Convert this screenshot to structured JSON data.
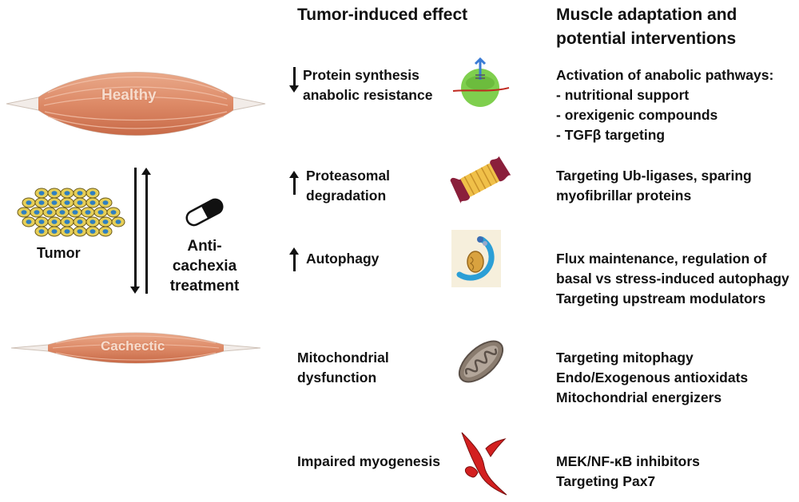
{
  "headers": {
    "effect": "Tumor-induced  effect",
    "adaptation": [
      "Muscle adaptation  and",
      "potential interventions"
    ]
  },
  "left": {
    "healthy_label": "Healthy",
    "cachectic_label": "Cachectic",
    "tumor_label": "Tumor",
    "treatment_label": [
      "Anti-cachexia",
      "treatment"
    ]
  },
  "rows": [
    {
      "direction": "down",
      "effect": [
        "Protein synthesis",
        "anabolic resistance"
      ],
      "icon": "ribosome-icon",
      "interventions": [
        "Activation of anabolic pathways:",
        "- nutritional support",
        "- orexigenic compounds",
        "- TGFβ targeting"
      ]
    },
    {
      "direction": "up",
      "effect": [
        "Proteasomal",
        "degradation"
      ],
      "icon": "proteasome-icon",
      "interventions": [
        "Targeting Ub-ligases, sparing",
        "myofibrillar proteins"
      ]
    },
    {
      "direction": "up",
      "effect": [
        "Autophagy"
      ],
      "icon": "autophagosome-icon",
      "interventions": [
        "Flux maintenance, regulation of",
        "basal vs stress-induced autophagy",
        "Targeting upstream modulators"
      ]
    },
    {
      "direction": "none",
      "effect": [
        "Mitochondrial",
        "dysfunction"
      ],
      "icon": "mitochondrion-icon",
      "interventions": [
        "Targeting mitophagy",
        "Endo/Exogenous antioxidats",
        "Mitochondrial energizers"
      ]
    },
    {
      "direction": "none",
      "effect": [
        "Impaired myogenesis"
      ],
      "icon": "myoblast-icon",
      "interventions": [
        "MEK/NF-κB inhibitors",
        "Targeting Pax7"
      ]
    }
  ]
}
